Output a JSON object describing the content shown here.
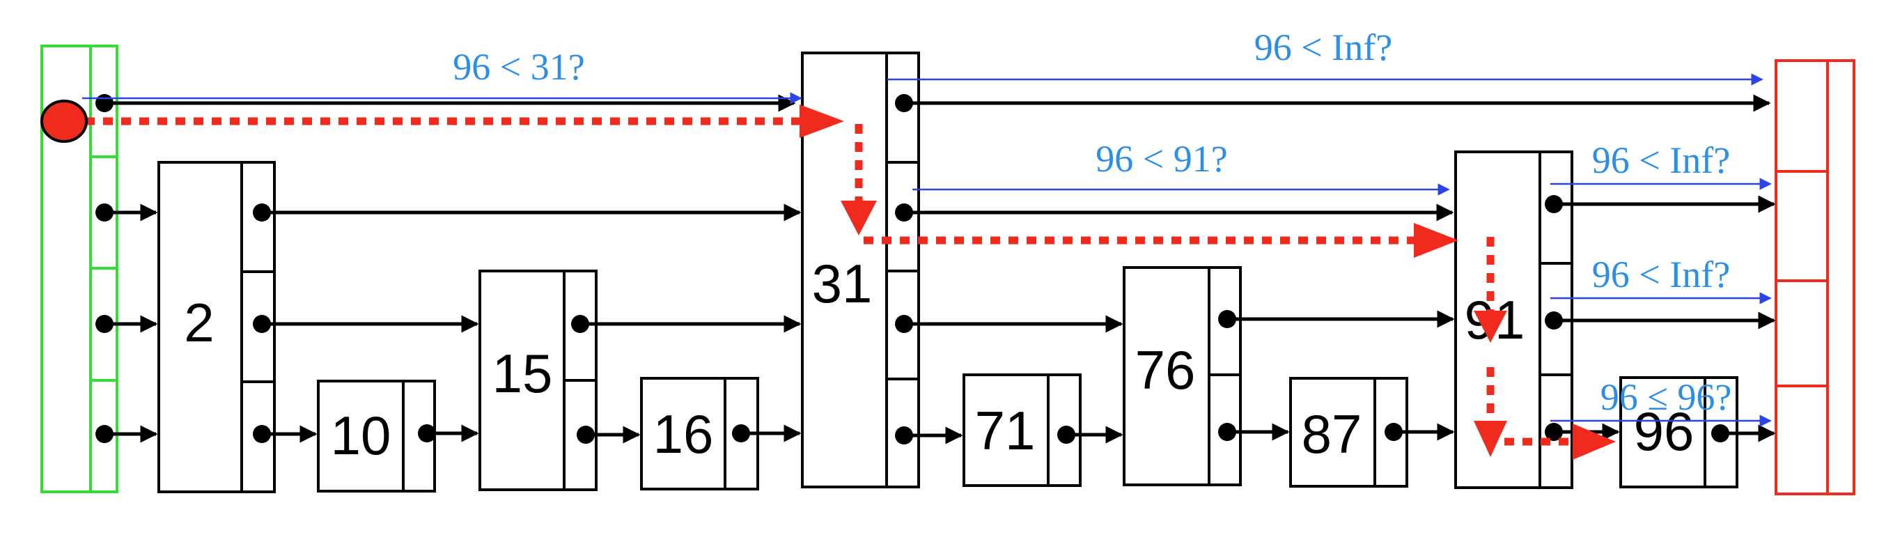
{
  "skiplist": {
    "keys": [
      "2",
      "10",
      "15",
      "16",
      "31",
      "71",
      "76",
      "87",
      "91",
      "96"
    ]
  },
  "comparisons": {
    "top_31": "96 < 31?",
    "top_inf": "96 < Inf?",
    "l3_91": "96 < 91?",
    "l3_inf": "96 < Inf?",
    "l2_inf": "96 < Inf?",
    "l1_96": "96 ≤ 96?"
  },
  "colors": {
    "head_sentinel": "#33dd33",
    "tail_sentinel": "#ee2b1d",
    "search_path": "#ee2b1d",
    "comparison_text": "#2d8ee8",
    "comparison_line": "#2b44e6"
  }
}
